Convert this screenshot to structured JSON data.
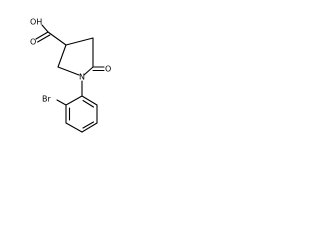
{
  "compound": {
    "atoms": {
      "hydroxyl": "OH",
      "carboxyl_oxygen": "O",
      "ketone_oxygen": "O",
      "nitrogen": "N",
      "bromine": "Br"
    }
  }
}
